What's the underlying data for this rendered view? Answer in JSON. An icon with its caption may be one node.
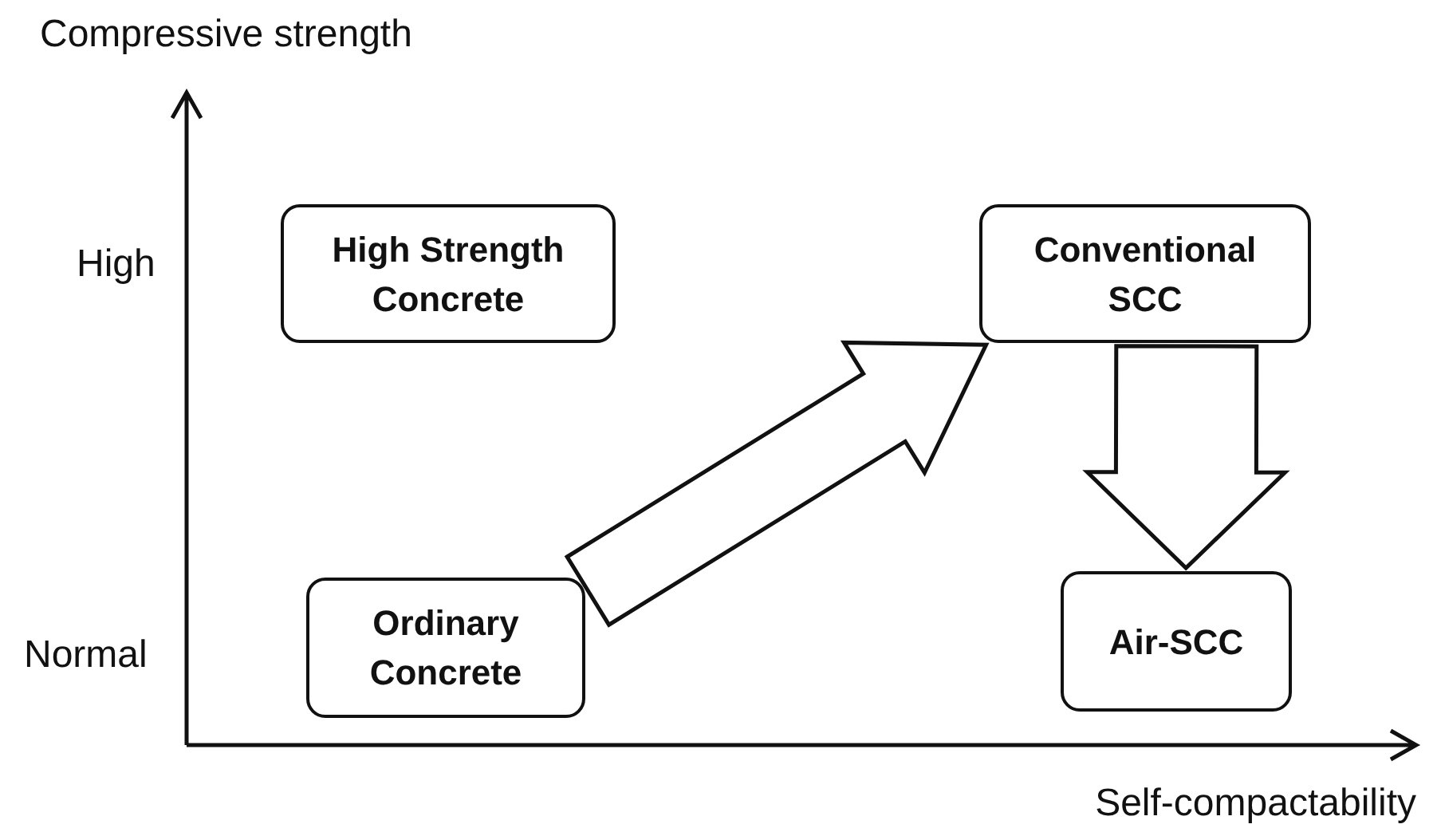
{
  "diagram": {
    "nodes": [
      {
        "text": [
          "High Strength Concrete"
        ]
      },
      {
        "text": [
          "Conventional SCC"
        ]
      },
      {
        "text": [
          "Ordinary Concrete"
        ]
      },
      {
        "text": [
          "Air-SCC"
        ]
      }
    ],
    "edges": [
      {
        "from": 2,
        "to": 1,
        "arrow": "to"
      },
      {
        "from": 1,
        "to": 3,
        "arrow": "to"
      }
    ],
    "labels": [
      "Compressive strength",
      "High",
      "Normal",
      "Self-compactability"
    ]
  }
}
